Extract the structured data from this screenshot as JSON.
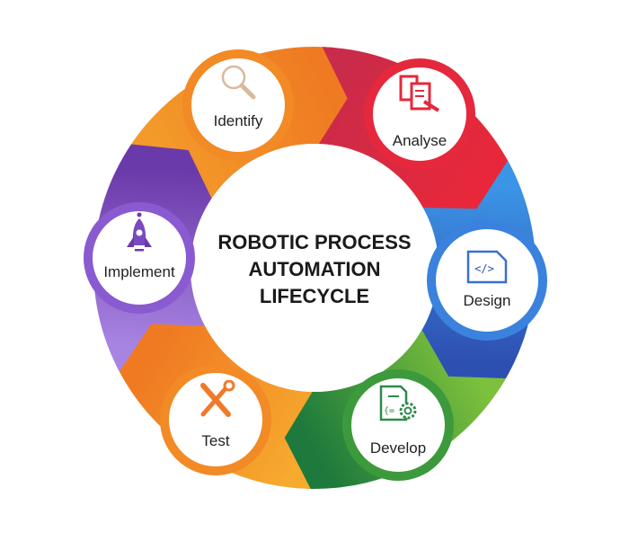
{
  "title": {
    "line1": "ROBOTIC PROCESS",
    "line2": "AUTOMATION",
    "line3": "LIFECYCLE"
  },
  "stages": [
    {
      "label": "Identify",
      "icon": "magnifier-icon",
      "color": "#f07a22",
      "color2": "#f39a2a"
    },
    {
      "label": "Analyse",
      "icon": "documents-icon",
      "color": "#e8283a",
      "color2": "#c92b4a"
    },
    {
      "label": "Design",
      "icon": "code-file-icon",
      "color": "#2e4fb2",
      "color2": "#3b95e6"
    },
    {
      "label": "Develop",
      "icon": "code-gear-icon",
      "color": "#1d7a3c",
      "color2": "#7cc03c"
    },
    {
      "label": "Test",
      "icon": "tools-icon",
      "color": "#f07a22",
      "color2": "#f6aa2e"
    },
    {
      "label": "Implement",
      "icon": "rocket-icon",
      "color": "#6b3aaa",
      "color2": "#a884e2"
    }
  ]
}
